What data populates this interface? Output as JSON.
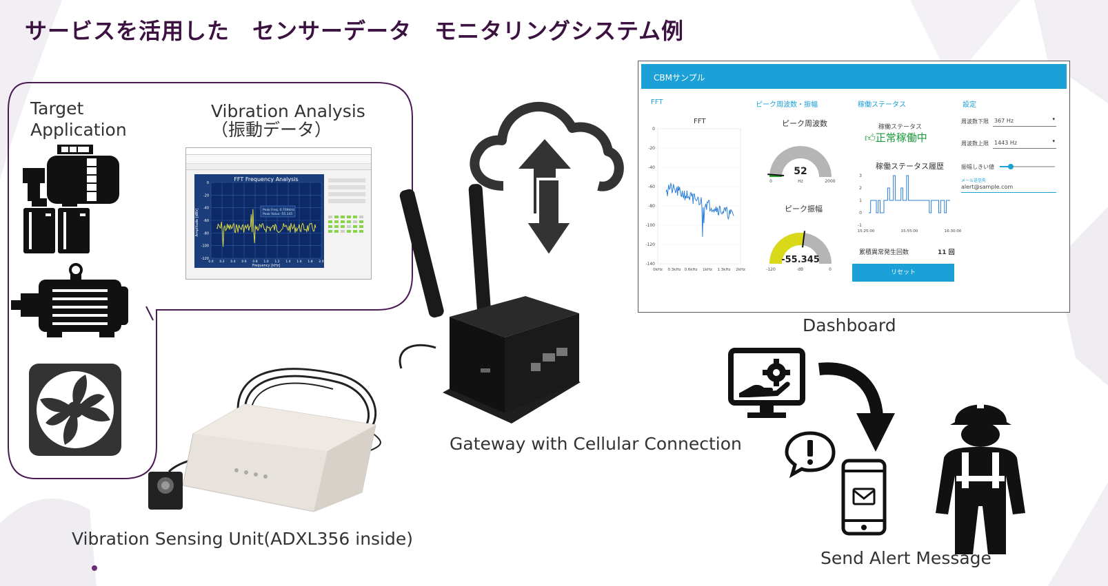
{
  "title": "サービスを活用した　センサーデータ　モニタリングシステム例",
  "labels": {
    "target_application": [
      "Target",
      "Application"
    ],
    "vibration_analysis": [
      "Vibration Analysis",
      "（振動データ）"
    ],
    "sensing_unit": "Vibration Sensing Unit(ADXL356 inside)",
    "gateway": "Gateway with Cellular Connection",
    "dashboard": "Dashboard",
    "alert": "Send Alert Message"
  },
  "vibration_screen": {
    "chart_title": "FFT Frequency Analysis",
    "x_label": "Frequency [kHz]",
    "y_label": "Amplitude [dBV]",
    "y_ticks": [
      "0",
      "-20",
      "-40",
      "-60",
      "-80",
      "-100",
      "-120"
    ],
    "x_ticks": [
      "0.0",
      "0.2",
      "0.4",
      "0.6",
      "0.8",
      "1.0",
      "1.2",
      "1.4",
      "1.6",
      "1.8",
      "2.0"
    ],
    "cursor_freq": "Peak Freq. 0.709kHz",
    "cursor_value": "Peak Value -55.345"
  },
  "dashboard": {
    "app_title": "CBMサンプル",
    "fft": {
      "section": "FFT",
      "title": "FFT",
      "y_ticks": [
        "0",
        "-20",
        "-40",
        "-60",
        "-80",
        "-100",
        "-120",
        "-140"
      ],
      "x_ticks": [
        "0kHz",
        "0.3kHz",
        "0.6kHz",
        "1kHz",
        "1.3kHz",
        "2kHz"
      ]
    },
    "peak": {
      "section": "ピーク周波数・振幅",
      "freq_title": "ピーク周波数",
      "freq_value": "52",
      "freq_unit": "Hz",
      "freq_min": "0",
      "freq_max": "2000",
      "freq_fraction": 0.026,
      "amp_title": "ピーク振幅",
      "amp_value": "-55.345",
      "amp_unit": "dB",
      "amp_min": "-120",
      "amp_max": "0",
      "amp_fraction": 0.54
    },
    "status": {
      "section": "稼働ステータス",
      "label": "稼働ステータス",
      "value": "正常稼働中",
      "history_title": "稼働ステータス履歴",
      "y_ticks": [
        "3",
        "2",
        "1",
        "0",
        "-1"
      ],
      "x_ticks": [
        "15:25:00",
        "15:55:00",
        "16:30:00"
      ],
      "count_label": "累積異常発生回数",
      "count_value": "11 回",
      "reset_button": "リセット"
    },
    "settings": {
      "section": "設定",
      "lower_label": "周波数下限",
      "lower_value": "367 Hz",
      "upper_label": "周波数上限",
      "upper_value": "1443 Hz",
      "threshold_label": "振幅しきい値",
      "threshold_fraction": 0.2,
      "mail_label": "メール送信先",
      "mail_value": "alert@sample.com"
    }
  },
  "colors": {
    "title": "#3b1240",
    "bubble_border": "#4a1a55",
    "dashboard_accent": "#1ba0d7",
    "status_green": "#1a9a3a",
    "gauge_green": "#2aa52a",
    "gauge_yellow": "#d9d91a",
    "gauge_gray": "#b5b5b5"
  }
}
